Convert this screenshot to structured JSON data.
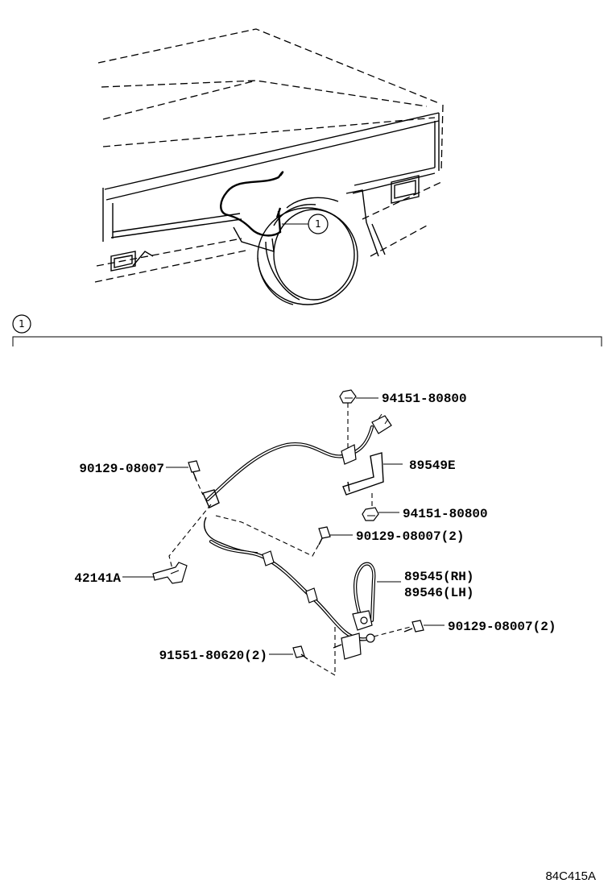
{
  "diagram": {
    "callout": "1",
    "parts": [
      {
        "id": "nut-top",
        "code": "94151-80800"
      },
      {
        "id": "bracket",
        "code": "89549E"
      },
      {
        "id": "nut-bottom",
        "code": "94151-80800"
      },
      {
        "id": "bolt-left",
        "code": "90129-08007"
      },
      {
        "id": "bolt-mid",
        "code": "90129-08007(2)"
      },
      {
        "id": "clamp",
        "code": "42141A"
      },
      {
        "id": "sensor-rh",
        "code": "89545(RH)"
      },
      {
        "id": "sensor-lh",
        "code": "89546(LH)"
      },
      {
        "id": "bolt-right",
        "code": "90129-08007(2)"
      },
      {
        "id": "bolt-bottom",
        "code": "91551-80620(2)"
      }
    ],
    "reference_code": "84C415A"
  }
}
